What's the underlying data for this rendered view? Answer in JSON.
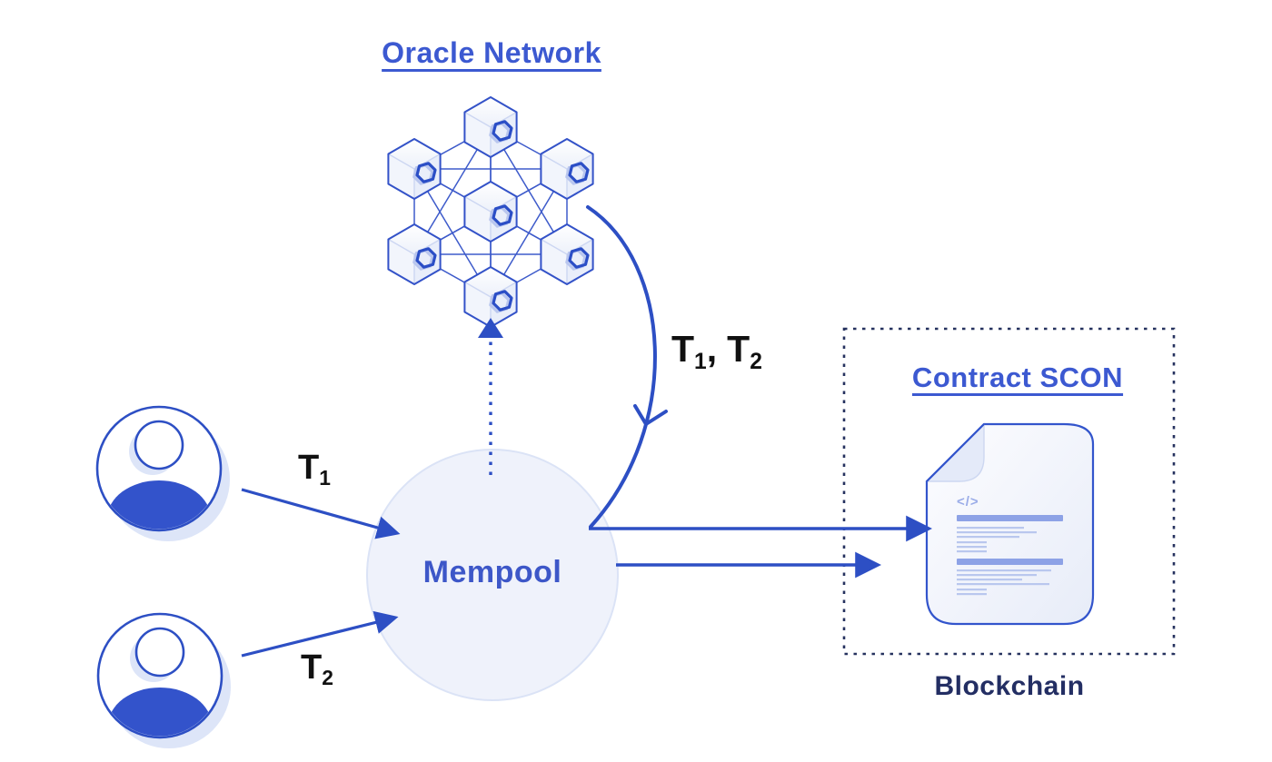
{
  "diagram": {
    "oracle_network": {
      "title": "Oracle Network"
    },
    "mempool": {
      "label": "Mempool"
    },
    "blockchain": {
      "label": "Blockchain",
      "contract": {
        "title": "Contract SCON",
        "code_glyph": "</>"
      }
    },
    "transactions": {
      "t1": {
        "base": "T",
        "sub": "1"
      },
      "t2": {
        "base": "T",
        "sub": "2"
      },
      "separator": ","
    },
    "flows": [
      {
        "from": "user-1",
        "to": "mempool",
        "label": "T1",
        "style": "solid-arrow"
      },
      {
        "from": "user-2",
        "to": "mempool",
        "label": "T2",
        "style": "solid-arrow"
      },
      {
        "from": "mempool",
        "to": "oracle-network",
        "style": "dotted-arrow"
      },
      {
        "from": "oracle-network",
        "to": "mempool-exit",
        "label": "T1, T2",
        "style": "curved-open-arrow"
      },
      {
        "from": "mempool",
        "to": "contract-scon",
        "style": "double-solid-arrow"
      }
    ],
    "palette": {
      "primary_blue": "#2d4fc4",
      "title_blue": "#3c59d1",
      "navy_text": "#232e63",
      "label_black": "#111111",
      "mempool_fill": "#eff2fb",
      "mempool_border": "#dbe3f6",
      "node_outline": "#3352c8",
      "shadow_light": "#dde5f8",
      "doc_bar_thick": "#8da2e6",
      "doc_bar_thin": "#b9c7ee"
    }
  }
}
